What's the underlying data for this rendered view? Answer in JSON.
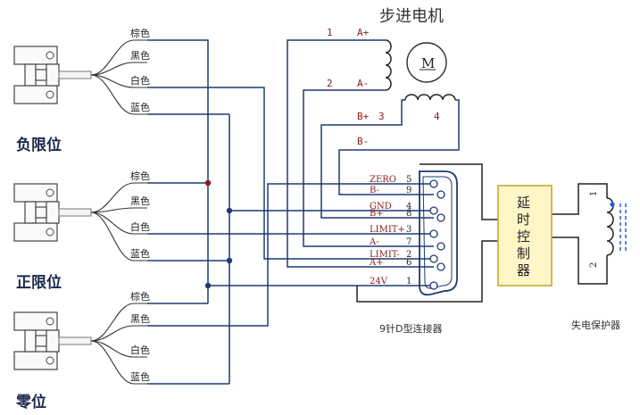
{
  "motor": {
    "title": "步进电机",
    "symbol": "M"
  },
  "motor_terminals": [
    {
      "num": "1",
      "label": "A+"
    },
    {
      "num": "2",
      "label": "A-"
    },
    {
      "num": "3",
      "label": "B+"
    },
    {
      "num": "4",
      "label": "B-"
    }
  ],
  "sensors": [
    {
      "name": "负限位",
      "wires": [
        "棕色",
        "黑色",
        "白色",
        "蓝色"
      ]
    },
    {
      "name": "正限位",
      "wires": [
        "棕色",
        "黑色",
        "白色",
        "蓝色"
      ]
    },
    {
      "name": "零位",
      "wires": [
        "棕色",
        "黑色",
        "白色",
        "蓝色"
      ]
    }
  ],
  "connector": {
    "caption": "9针D型连接器",
    "pins": [
      {
        "label": "ZERO",
        "num": "5"
      },
      {
        "label": "B-",
        "num": "9"
      },
      {
        "label": "GND",
        "num": "4"
      },
      {
        "label": "B+",
        "num": "8"
      },
      {
        "label": "LIMIT+",
        "num": "3"
      },
      {
        "label": "A-",
        "num": "7"
      },
      {
        "label": "LIMIT-",
        "num": "2"
      },
      {
        "label": "A+",
        "num": "6"
      },
      {
        "label": "24V",
        "num": "1"
      }
    ]
  },
  "controller": {
    "label_lines": [
      "延",
      "时",
      "控",
      "制",
      "器"
    ]
  },
  "protector": {
    "caption": "失电保护器",
    "pin_top": "1",
    "pin_bottom": "2"
  },
  "colors": {
    "wire": "#1f3a73",
    "controller_fill": "#fff6c8",
    "controller_border": "#c8a832",
    "junction": "#8b1a1a",
    "accent": "#2a5bd7"
  }
}
